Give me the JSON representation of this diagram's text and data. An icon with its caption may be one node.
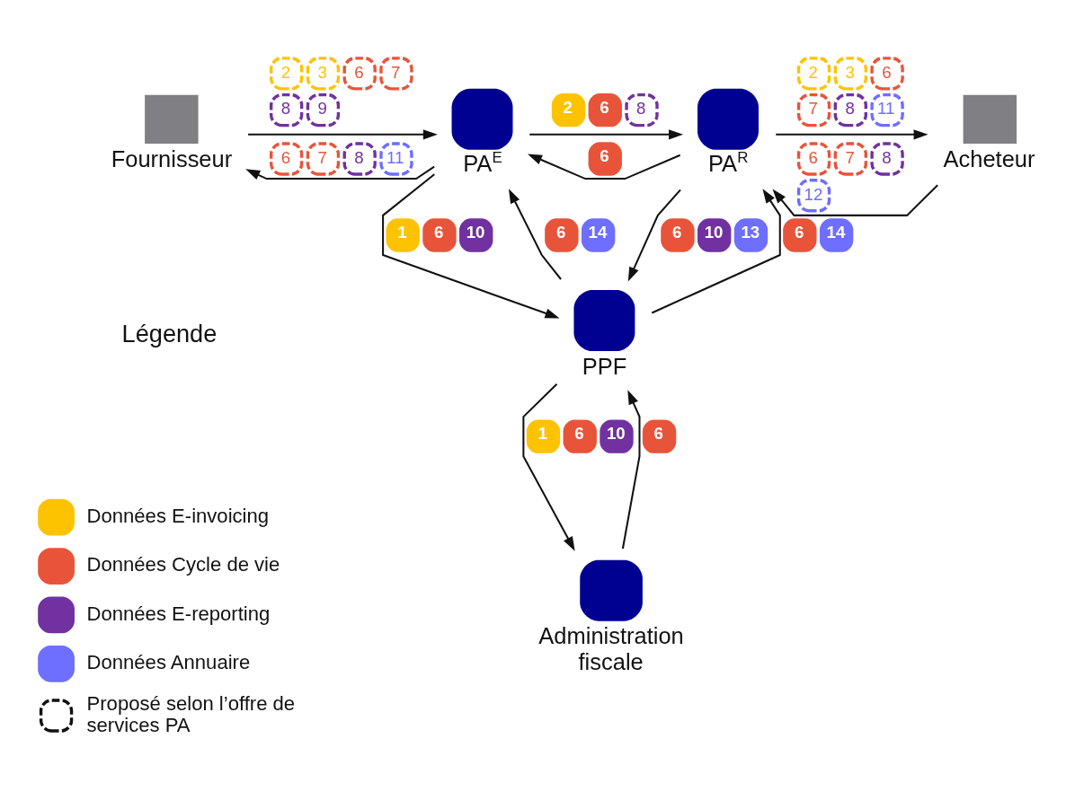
{
  "diagram": {
    "nodes": [
      {
        "text": [
          "Fournisseur"
        ]
      },
      {
        "text": [
          "Acheteur"
        ]
      },
      {
        "text": [
          "PA$^{E}$"
        ]
      },
      {
        "text": [
          "PA$^{R}$"
        ]
      },
      {
        "text": [
          "PPF"
        ]
      },
      {
        "text": [
          "Administration fiscale"
        ]
      }
    ],
    "edges": [
      {
        "from": 0,
        "to": 2,
        "arrow": "to",
        "label": "2 3 6 7 8 9"
      },
      {
        "from": 2,
        "to": 0,
        "arrow": "to",
        "label": "6 7 8 11"
      },
      {
        "from": 2,
        "to": 3,
        "arrow": "to",
        "label": "2 6 8"
      },
      {
        "from": 3,
        "to": 2,
        "arrow": "to",
        "label": "6"
      },
      {
        "from": 3,
        "to": 1,
        "arrow": "to",
        "label": "2 3 6 7 8 11"
      },
      {
        "from": 1,
        "to": 3,
        "arrow": "to",
        "label": "6 7 8 12"
      },
      {
        "from": 2,
        "to": 4,
        "arrow": "to",
        "label": "1 6 10"
      },
      {
        "from": 4,
        "to": 2,
        "arrow": "to",
        "label": "6 14"
      },
      {
        "from": 4,
        "to": 3,
        "arrow": "to",
        "label": "6 14"
      },
      {
        "from": 3,
        "to": 4,
        "arrow": "to",
        "label": "6 10 13"
      },
      {
        "from": 4,
        "to": 5,
        "arrow": "to",
        "label": "1 6 10"
      },
      {
        "from": 5,
        "to": 4,
        "arrow": "to",
        "label": "6"
      }
    ],
    "labels": [
      "Légende"
    ],
    "legend": [
      {
        "text": "Données E-invoicing",
        "color": "#fec300"
      },
      {
        "text": "Données Cycle de vie",
        "color": "#e8543a"
      },
      {
        "text": "Données E-reporting",
        "color": "#7131a1"
      },
      {
        "text": "Données Annuaire",
        "color": "#6e6eff"
      },
      {
        "text": "Proposé selon l’offre de services PA"
      }
    ]
  }
}
